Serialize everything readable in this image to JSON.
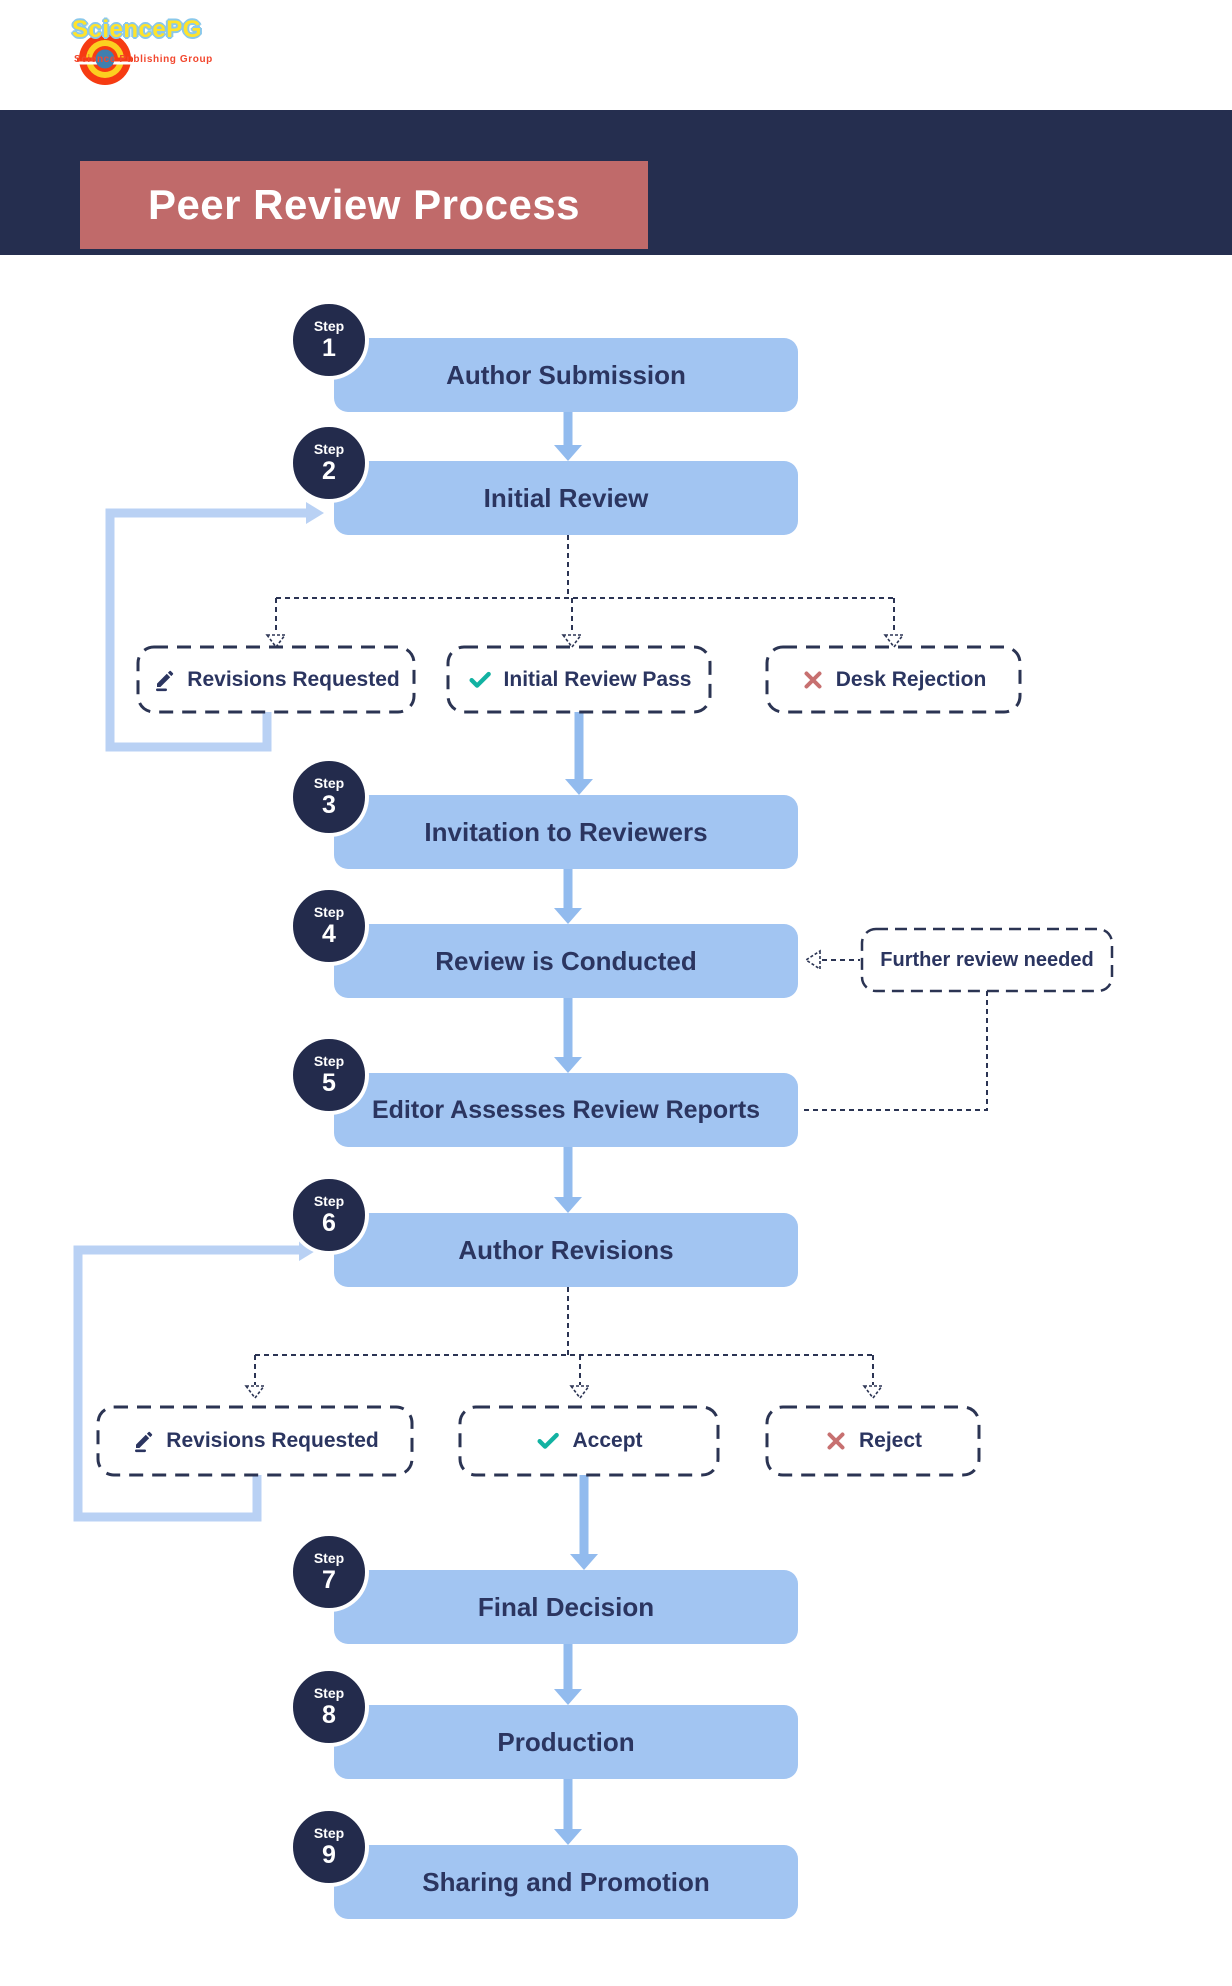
{
  "logo": {
    "name": "SciencePG",
    "tagline": "Science Publishing Group"
  },
  "title": "Peer Review Process",
  "step_word": "Step",
  "steps": [
    {
      "num": "1",
      "label": "Author Submission"
    },
    {
      "num": "2",
      "label": "Initial Review"
    },
    {
      "num": "3",
      "label": "Invitation to Reviewers"
    },
    {
      "num": "4",
      "label": "Review is Conducted"
    },
    {
      "num": "5",
      "label": "Editor Assesses Review Reports"
    },
    {
      "num": "6",
      "label": "Author Revisions"
    },
    {
      "num": "7",
      "label": "Final Decision"
    },
    {
      "num": "8",
      "label": "Production"
    },
    {
      "num": "9",
      "label": "Sharing and Promotion"
    }
  ],
  "decisions_initial": [
    {
      "label": "Revisions Requested",
      "icon": "pencil-icon"
    },
    {
      "label": "Initial Review Pass",
      "icon": "check-icon"
    },
    {
      "label": "Desk Rejection",
      "icon": "x-icon"
    }
  ],
  "decisions_final": [
    {
      "label": "Revisions Requested",
      "icon": "pencil-icon"
    },
    {
      "label": "Accept",
      "icon": "check-icon"
    },
    {
      "label": "Reject",
      "icon": "x-icon"
    }
  ],
  "annotations": {
    "further_review": "Further review needed"
  },
  "colors": {
    "navy_band": "#252e4f",
    "circle_navy": "#232b4c",
    "box_blue": "#a2c5f2",
    "arrow_blue": "#92bbee",
    "loop_blue": "#b9d1f4",
    "banner_salmon": "#c06a6a",
    "text_navy": "#2b3560",
    "dashed_navy": "#2b3453",
    "check_teal": "#12b2a2",
    "x_red": "#c77070",
    "logo_yellow": "#ffe32b",
    "logo_red": "#f2472e"
  }
}
